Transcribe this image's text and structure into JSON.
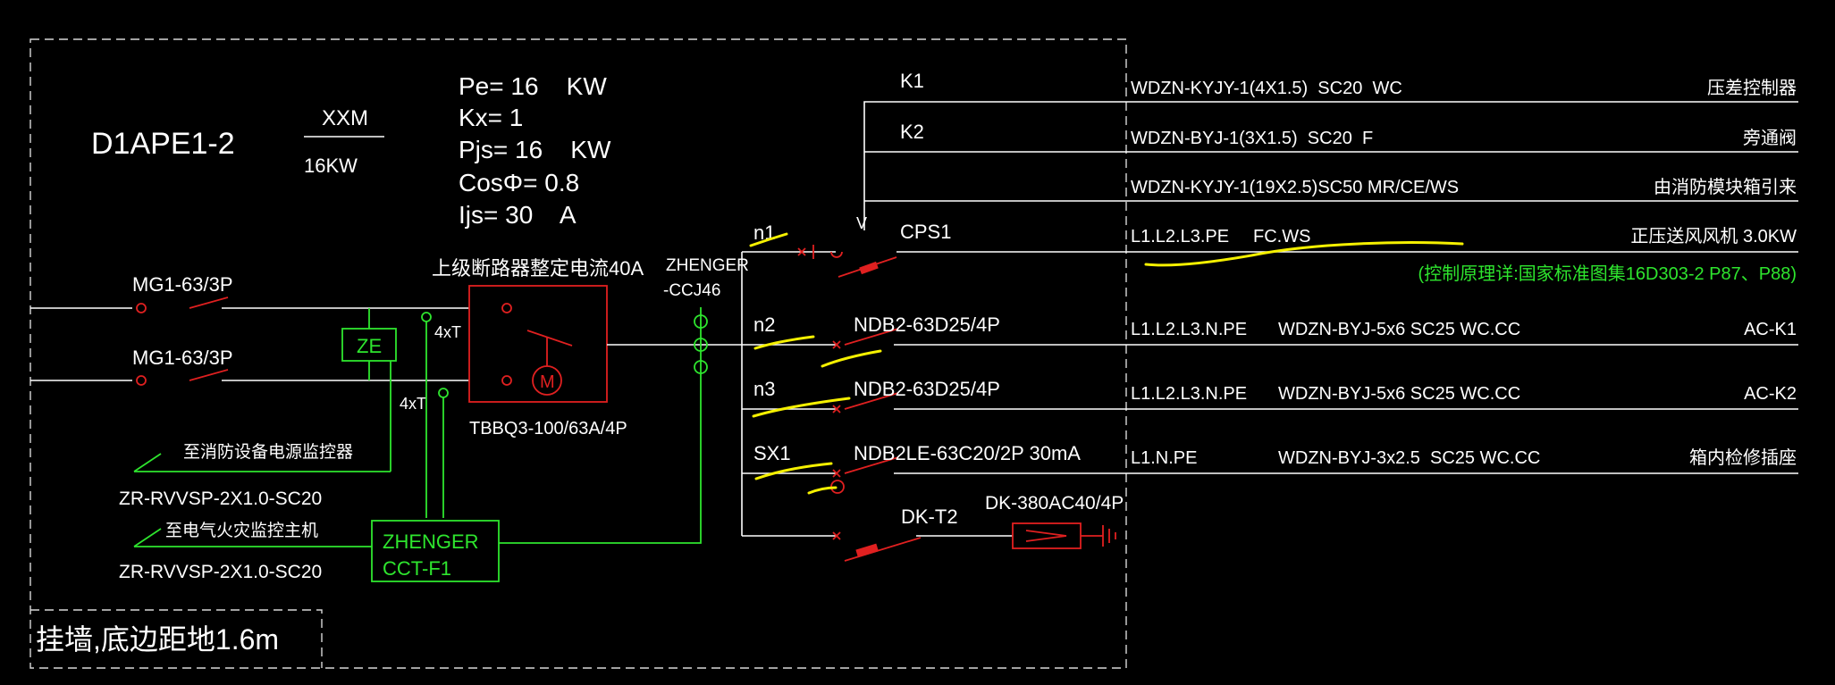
{
  "panel": {
    "id": "D1APE1-2",
    "xxm": "XXM",
    "power": "16KW",
    "mount_note": "挂墙,底边距地1.6m"
  },
  "params": {
    "pe": "Pe= 16    KW",
    "kx": "Kx= 1",
    "pjs": "Pjs= 16    KW",
    "cos": "CosΦ= 0.8",
    "ijs": "Ijs= 30    A"
  },
  "incoming": {
    "breaker1": "MG1-63/3P",
    "breaker2": "MG1-63/3P",
    "ze": "ZE",
    "ats_note": "上级断路器整定电流40A",
    "ats_model": "TBBQ3-100/63A/4P",
    "ct_a": "4xT",
    "ct_b": "4xT",
    "spd": "ZHENGER",
    "spd_model": "-CCJ46",
    "monitor_box_1": "ZHENGER",
    "monitor_box_2": "CCT-F1"
  },
  "signals": [
    {
      "dest": "至消防设备电源监控器",
      "cable": "ZR-RVVSP-2X1.0-SC20"
    },
    {
      "dest": "至电气火灾监控主机",
      "cable": "ZR-RVVSP-2X1.0-SC20"
    }
  ],
  "circuits": [
    {
      "id": "K1",
      "breaker": "",
      "phase": "",
      "cable": "WDZN-KYJY-1(4X1.5)  SC20  WC",
      "load": "压差控制器"
    },
    {
      "id": "K2",
      "breaker": "",
      "phase": "",
      "cable": "WDZN-BYJ-1(3X1.5)  SC20  F",
      "load": "旁通阀"
    },
    {
      "id": "",
      "breaker": "",
      "phase": "",
      "cable": "WDZN-KYJY-1(19X2.5)SC50 MR/CE/WS",
      "load": "由消防模块箱引来"
    },
    {
      "id": "n1",
      "breaker": "CPS1",
      "phase": "L1.L2.L3.PE",
      "cable": "FC.WS",
      "load": "正压送风风机 3.0KW"
    },
    {
      "id": "n2",
      "breaker": "NDB2-63D25/4P",
      "phase": "L1.L2.L3.N.PE",
      "cable": "WDZN-BYJ-5x6 SC25 WC.CC",
      "load": "AC-K1"
    },
    {
      "id": "n3",
      "breaker": "NDB2-63D25/4P",
      "phase": "L1.L2.L3.N.PE",
      "cable": "WDZN-BYJ-5x6 SC25 WC.CC",
      "load": "AC-K2"
    },
    {
      "id": "SX1",
      "breaker": "NDB2LE-63C20/2P 30mA",
      "phase": "L1.N.PE",
      "cable": "WDZN-BYJ-3x2.5  SC25 WC.CC",
      "load": "箱内检修插座"
    }
  ],
  "control_note": "(控制原理详:国家标准图集16D303-2 P87、P88)",
  "surge": {
    "switch": "DK-T2",
    "arrester": "DK-380AC40/4P"
  },
  "colors": {
    "background": "#000000",
    "line": "#ffffff",
    "signal": "#2ee52e",
    "device": "#e02020",
    "markup": "#f5f000"
  }
}
